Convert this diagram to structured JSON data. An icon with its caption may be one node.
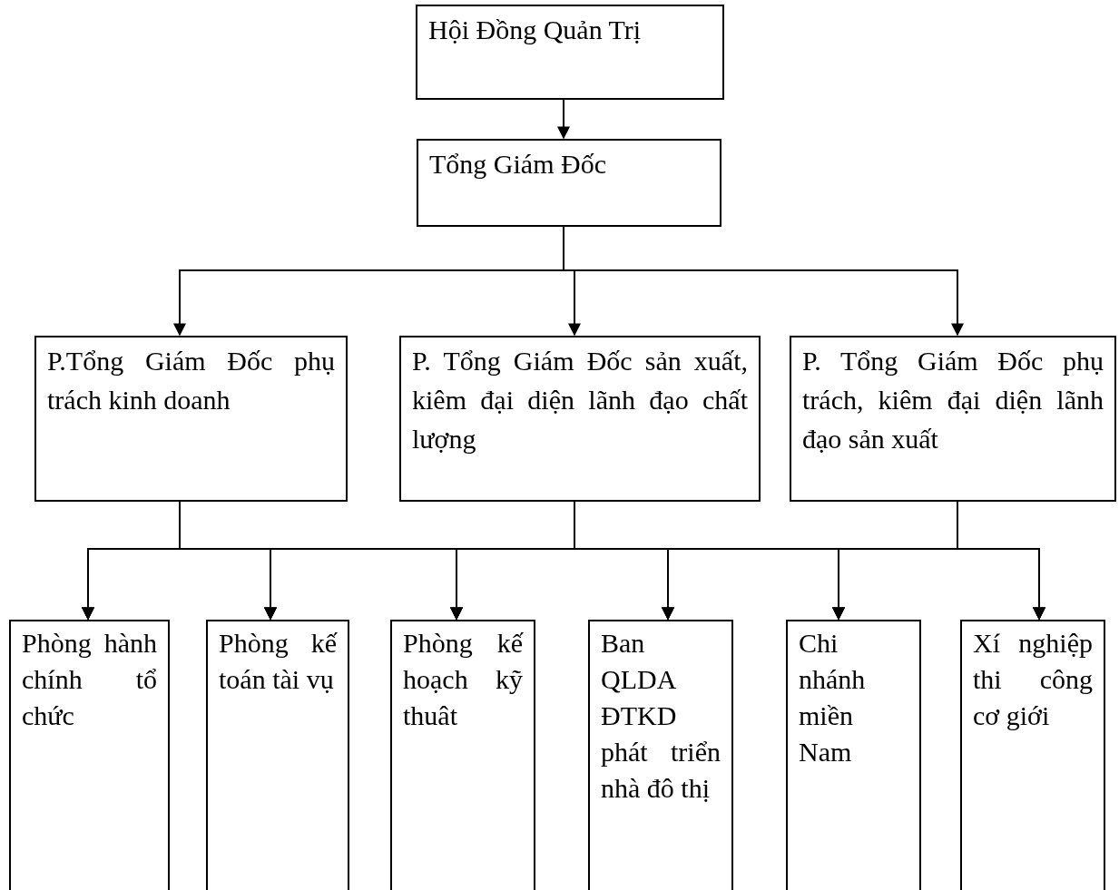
{
  "diagram": {
    "nodes": [
      {
        "text": [
          "Hội Đồng Quản Trị"
        ]
      },
      {
        "text": [
          "Tổng Giám Đốc"
        ]
      },
      {
        "text": [
          "P.Tổng Giám Đốc phụ trách kinh doanh"
        ]
      },
      {
        "text": [
          "P. Tổng Giám Đốc sản xuất, kiêm đại diện lãnh đạo chất lượng"
        ]
      },
      {
        "text": [
          "P. Tổng Giám Đốc phụ trách, kiêm đại diện lãnh đạo sản xuất"
        ]
      },
      {
        "text": [
          "Phòng hành chính tổ chức"
        ]
      },
      {
        "text": [
          "Phòng kế toán tài vụ"
        ]
      },
      {
        "text": [
          "Phòng kế hoạch kỹ thuât"
        ]
      },
      {
        "text": [
          "Ban QLDA ĐTKD phát triển nhà đô thị"
        ]
      },
      {
        "text": [
          "Chi nhánh miền Nam"
        ]
      },
      {
        "text": [
          "Xí nghiệp thi công cơ giới"
        ]
      }
    ],
    "edges": [
      {
        "from": 0,
        "to": 1,
        "arrow": "to"
      },
      {
        "from": 1,
        "to": 2,
        "arrow": "to"
      },
      {
        "from": 1,
        "to": 3,
        "arrow": "to"
      },
      {
        "from": 1,
        "to": 4,
        "arrow": "to"
      },
      {
        "from": 2,
        "to": 5,
        "arrow": "to"
      },
      {
        "from": 2,
        "to": 6,
        "arrow": "to"
      },
      {
        "from": 2,
        "to": 7,
        "arrow": "to"
      },
      {
        "from": 2,
        "to": 8,
        "arrow": "to"
      },
      {
        "from": 2,
        "to": 9,
        "arrow": "to"
      },
      {
        "from": 2,
        "to": 10,
        "arrow": "to"
      },
      {
        "from": 3,
        "to": 5,
        "arrow": "to"
      },
      {
        "from": 3,
        "to": 6,
        "arrow": "to"
      },
      {
        "from": 3,
        "to": 7,
        "arrow": "to"
      },
      {
        "from": 3,
        "to": 8,
        "arrow": "to"
      },
      {
        "from": 3,
        "to": 9,
        "arrow": "to"
      },
      {
        "from": 3,
        "to": 10,
        "arrow": "to"
      },
      {
        "from": 4,
        "to": 5,
        "arrow": "to"
      },
      {
        "from": 4,
        "to": 6,
        "arrow": "to"
      },
      {
        "from": 4,
        "to": 7,
        "arrow": "to"
      },
      {
        "from": 4,
        "to": 8,
        "arrow": "to"
      },
      {
        "from": 4,
        "to": 9,
        "arrow": "to"
      },
      {
        "from": 4,
        "to": 10,
        "arrow": "to"
      }
    ]
  }
}
